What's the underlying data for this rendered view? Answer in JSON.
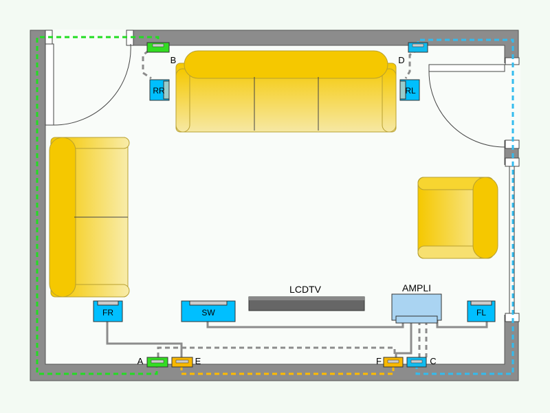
{
  "labels": {
    "tv": "LCDTV",
    "amp": "AMPLI",
    "spk_rr": "RR",
    "spk_rl": "RL",
    "spk_fr": "FR",
    "spk_sw": "SW",
    "spk_fl": "FL",
    "conn_a": "A",
    "conn_b": "B",
    "conn_c": "C",
    "conn_d": "D",
    "conn_e": "E",
    "conn_f": "F"
  },
  "colors": {
    "background": "#f3faf3",
    "wall": "#8c8c8c",
    "floor": "#f9fcf9",
    "sofa": "#f5c800",
    "speaker": "#00bfff",
    "amp": "#aad4f2",
    "tv": "#666666",
    "cable": "#8c8c8c",
    "cable_green": "#22dd22",
    "cable_blue": "#33bbee",
    "cable_orange": "#ffbb00",
    "box_green": "#33dd22",
    "box_orange": "#f8b800",
    "box_blue": "#11bbee"
  }
}
